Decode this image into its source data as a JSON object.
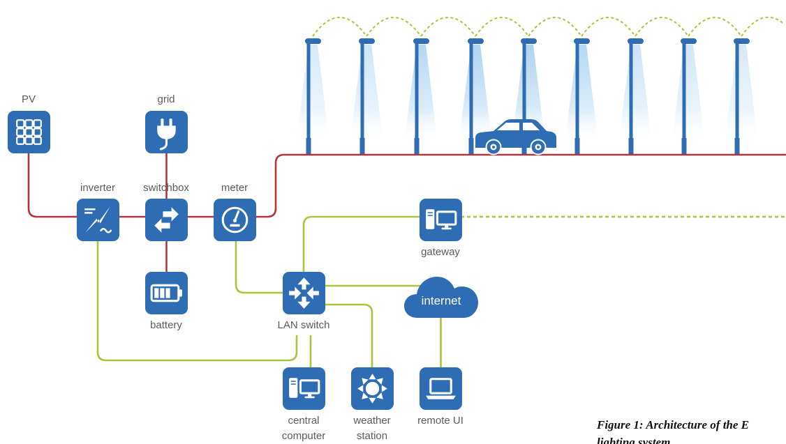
{
  "nodes": {
    "pv": {
      "label": "PV",
      "icon": "solar-panel-icon"
    },
    "grid": {
      "label": "grid",
      "icon": "plug-icon"
    },
    "inverter": {
      "label": "inverter",
      "icon": "inverter-icon"
    },
    "switchbox": {
      "label": "switchbox",
      "icon": "switch-arrows-icon"
    },
    "meter": {
      "label": "meter",
      "icon": "gauge-icon"
    },
    "battery": {
      "label": "battery",
      "icon": "battery-icon"
    },
    "lan_switch": {
      "label": "LAN switch",
      "icon": "network-switch-icon"
    },
    "gateway": {
      "label": "gateway",
      "icon": "desktop-computer-icon"
    },
    "internet": {
      "label": "internet",
      "icon": "cloud-icon"
    },
    "central_computer": {
      "label_lines": [
        "central",
        "computer"
      ],
      "icon": "desktop-computer-icon"
    },
    "weather_station": {
      "label_lines": [
        "weather",
        "station"
      ],
      "icon": "sun-icon"
    },
    "remote_ui": {
      "label": "remote UI",
      "icon": "laptop-icon"
    }
  },
  "street_lights": {
    "icon": "street-lamp-icon",
    "vehicle_icon": "car-icon"
  },
  "caption": {
    "line1": "Figure 1: Architecture of the E",
    "line2": "lighting system"
  },
  "colors": {
    "icon_blue": "#2E6CB4",
    "power_line": "#B4343D",
    "data_line": "#A8C53C",
    "label_text": "#5B5B5B",
    "light_beam": "#A9D1EF",
    "background": "#FFFFFF"
  }
}
